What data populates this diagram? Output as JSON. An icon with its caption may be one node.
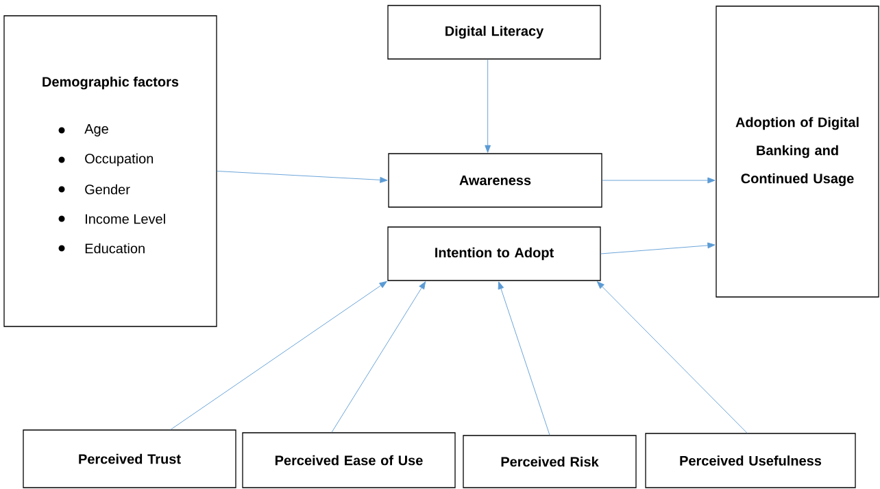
{
  "diagram": {
    "nodes": [
      {
        "text": [
          "Demographic factors",
          "Age",
          "Occupation",
          "Gender",
          "Income Level",
          "Education"
        ]
      },
      {
        "text": [
          "Digital Literacy"
        ]
      },
      {
        "text": [
          "Awareness"
        ]
      },
      {
        "text": [
          "Intention to Adopt"
        ]
      },
      {
        "text": [
          "Adoption of Digital Banking and Continued Usage"
        ]
      },
      {
        "text": [
          "Perceived Trust"
        ]
      },
      {
        "text": [
          "Perceived Ease of Use"
        ]
      },
      {
        "text": [
          "Perceived Risk"
        ]
      },
      {
        "text": [
          "Perceived Usefulness"
        ]
      }
    ],
    "edges": [
      {
        "from": 0,
        "to": 2,
        "arrow": "to"
      },
      {
        "from": 1,
        "to": 2,
        "arrow": "to"
      },
      {
        "from": 2,
        "to": 4,
        "arrow": "to"
      },
      {
        "from": 3,
        "to": 4,
        "arrow": "to"
      },
      {
        "from": 5,
        "to": 3,
        "arrow": "to"
      },
      {
        "from": 6,
        "to": 3,
        "arrow": "to"
      },
      {
        "from": 7,
        "to": 3,
        "arrow": "to"
      },
      {
        "from": 8,
        "to": 3,
        "arrow": "to"
      }
    ]
  }
}
